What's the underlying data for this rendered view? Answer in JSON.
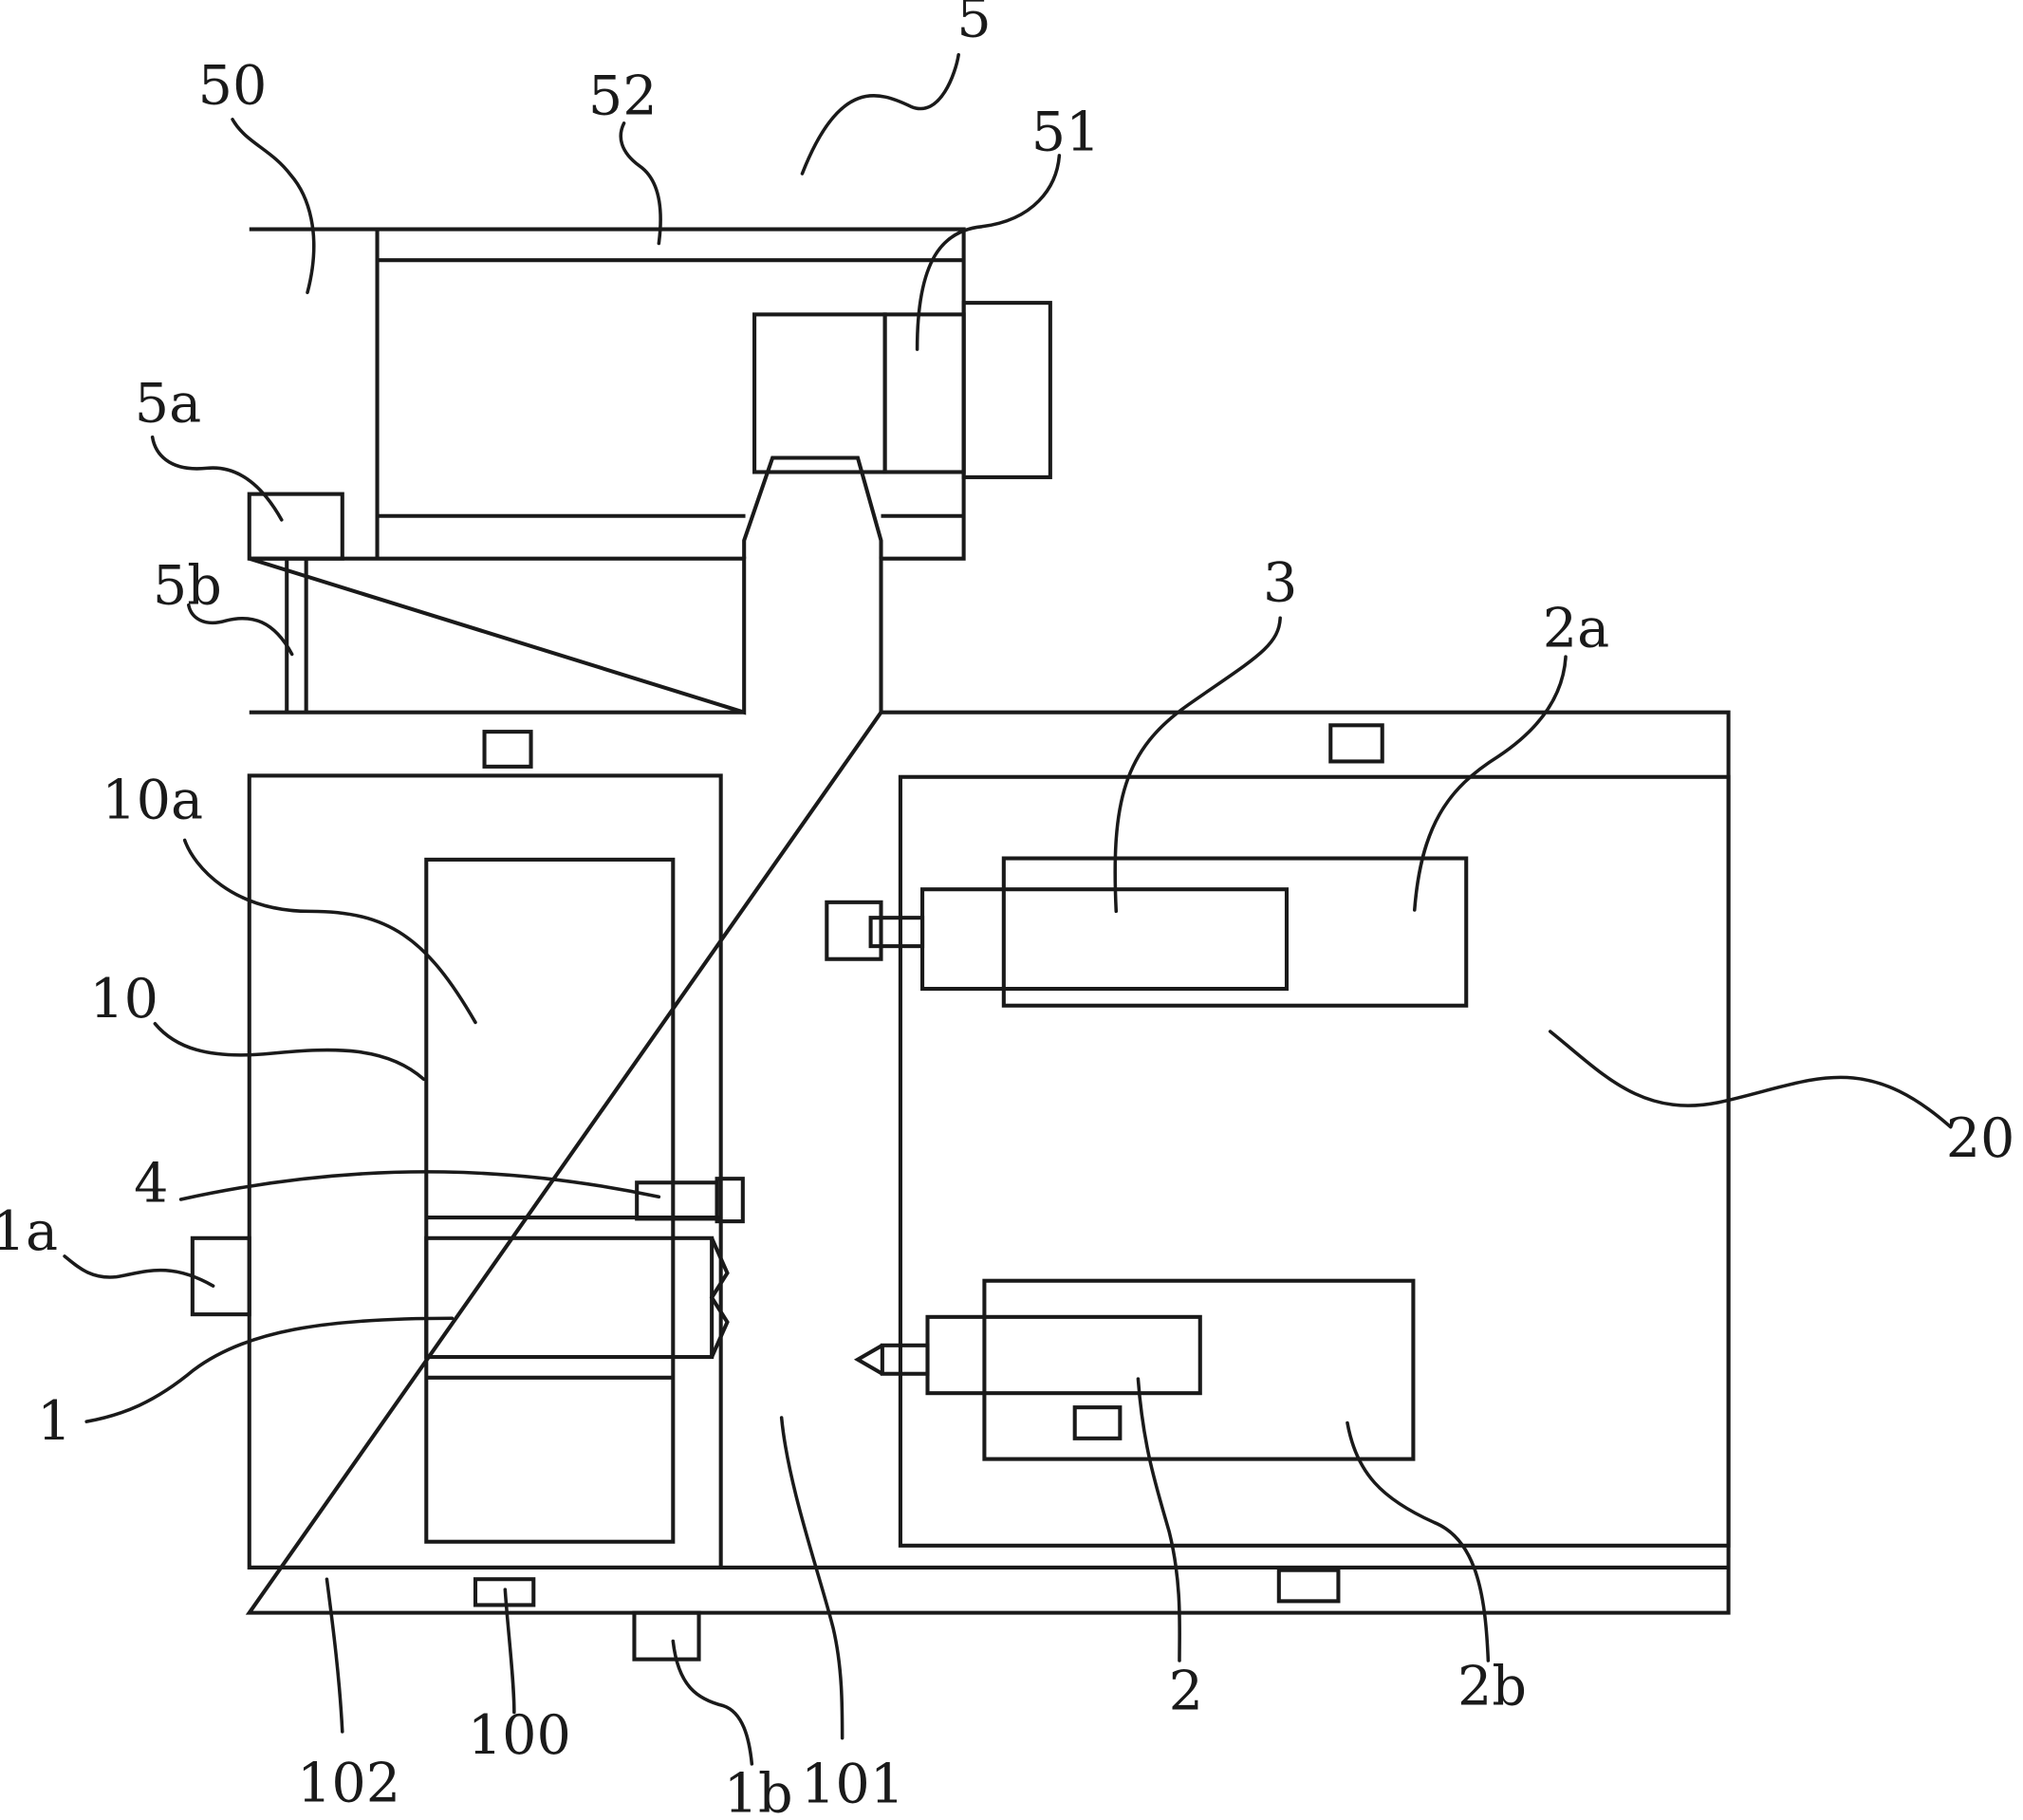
{
  "labels": {
    "l5": "5",
    "l50": "50",
    "l52": "52",
    "l51": "51",
    "l5a": "5a",
    "l5b": "5b",
    "l3": "3",
    "l2a": "2a",
    "l10a": "10a",
    "l10": "10",
    "l20": "20",
    "l4": "4",
    "l1a": "1a",
    "l1": "1",
    "l2": "2",
    "l2b": "2b",
    "l102": "102",
    "l100": "100",
    "l1b": "1b",
    "l101": "101"
  }
}
